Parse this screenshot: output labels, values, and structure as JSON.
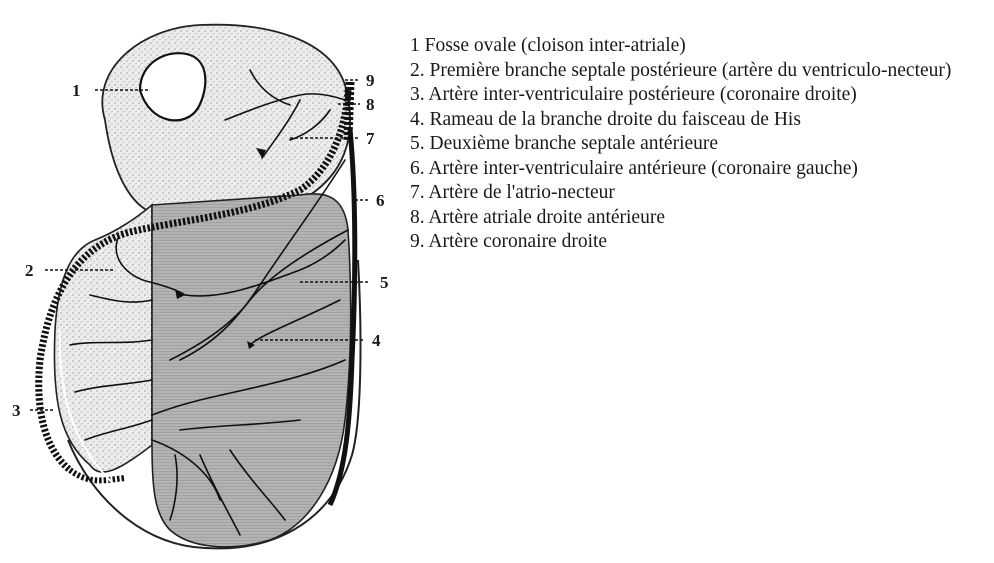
{
  "callouts": [
    "1",
    "2",
    "3",
    "4",
    "5",
    "6",
    "7",
    "8",
    "9"
  ],
  "legend": [
    "1 Fosse ovale (cloison inter-atriale)",
    "2. Première branche septale postérieure (artère du ventriculo-necteur)",
    "3. Artère inter-ventriculaire postérieure (coronaire droite)",
    "4. Rameau de la branche droite du faisceau de His",
    "5. Deuxième branche septale antérieure",
    "6. Artère inter-ventriculaire antérieure (coronaire gauche)",
    "7. Artère de l'atrio-necteur",
    "8. Artère atriale droite antérieure",
    "9. Artère coronaire droite"
  ],
  "colors": {
    "stipple": "#e6e6e6",
    "hatch": "#a9a9a9",
    "vessel": "#111111"
  }
}
